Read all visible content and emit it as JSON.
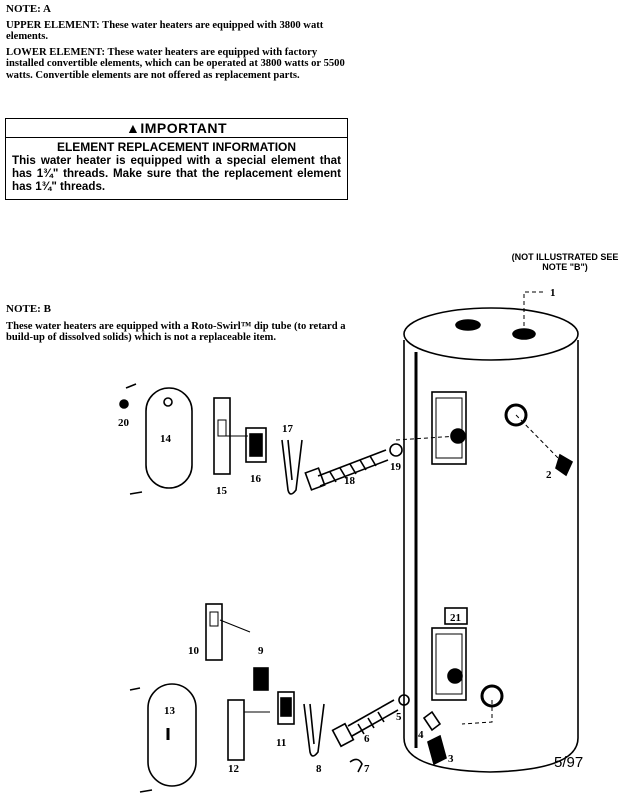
{
  "note_a": {
    "title": "NOTE: A",
    "upper": "UPPER ELEMENT: These water heaters are equipped with 3800 watt elements.",
    "lower": "LOWER ELEMENT: These water heaters are equipped with factory installed convertible elements, which can be operated at 3800 watts or 5500 watts. Convertible elements are not offered as replacement parts."
  },
  "important": {
    "heading": "▲IMPORTANT",
    "subheading": "ELEMENT REPLACEMENT INFORMATION",
    "body": "This water heater is equipped with a special element that has 1¾\" threads. Make sure that the replacement element has 1¾\" threads."
  },
  "note_b": {
    "title": "NOTE: B",
    "body": "These water heaters are equipped with a Roto-Swirl™ dip tube (to retard a build-up of dissolved solids) which is not a replaceable item."
  },
  "not_illustrated": "(NOT ILLUSTRATED SEE NOTE \"B\")",
  "date_code": "5/97",
  "part_labels": {
    "p1": "1",
    "p2": "2",
    "p3": "3",
    "p4": "4",
    "p5": "5",
    "p6": "6",
    "p7": "7",
    "p8": "8",
    "p9": "9",
    "p10": "10",
    "p11": "11",
    "p12": "12",
    "p13": "13",
    "p14": "14",
    "p15": "15",
    "p16": "16",
    "p17": "17",
    "p18": "18",
    "p19": "19",
    "p20": "20",
    "p21": "21"
  }
}
